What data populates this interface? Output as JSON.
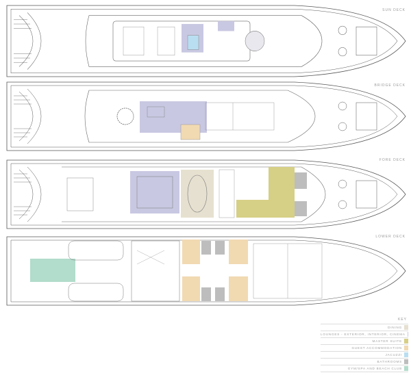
{
  "decks": [
    {
      "label": "SUN DECK"
    },
    {
      "label": "BRIDGE DECK"
    },
    {
      "label": "FORE DECK"
    },
    {
      "label": "LOWER DECK"
    }
  ],
  "legend": {
    "title": "KEY",
    "items": [
      {
        "label": "DINING",
        "color": "#e6e0d0"
      },
      {
        "label": "LOUNGES - EXTERIOR, INTERIOR, CINEMA",
        "color": "#c9c8e2"
      },
      {
        "label": "MASTER SUITE",
        "color": "#d6cf86"
      },
      {
        "label": "GUEST ACCOMMODATION",
        "color": "#f1d9b2"
      },
      {
        "label": "JACUZZI",
        "color": "#b9def1"
      },
      {
        "label": "BATHROOMS",
        "color": "#bdbdbd"
      },
      {
        "label": "GYM/SPA AND BEACH CLUB",
        "color": "#b2dccb"
      }
    ]
  }
}
